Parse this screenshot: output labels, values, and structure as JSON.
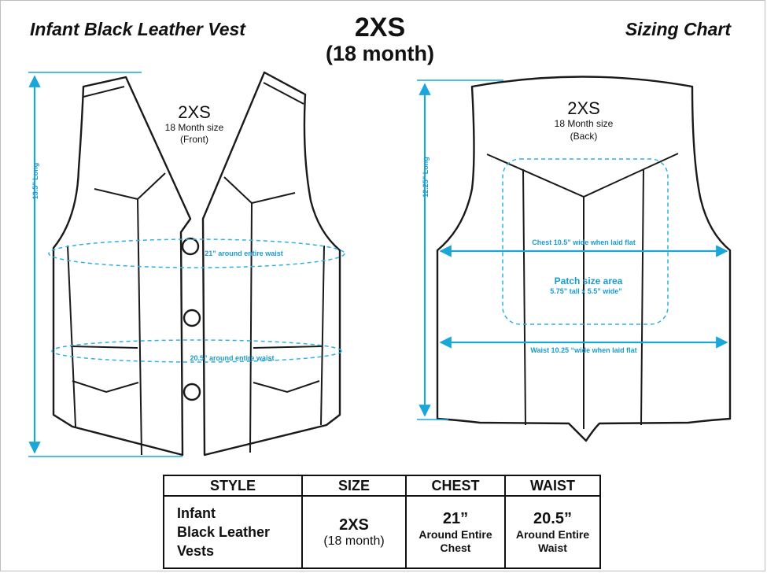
{
  "header": {
    "left_title": "Infant Black Leather Vest",
    "size": "2XS",
    "size_sub": "(18 month)",
    "right_title": "Sizing Chart"
  },
  "front": {
    "size": "2XS",
    "size_label": "18 Month size",
    "side": "(Front)",
    "length_label": "13.5” Long",
    "chest_label": "21” around entire waist",
    "waist_label": "20.5” around entire waist"
  },
  "back": {
    "size": "2XS",
    "size_label": "18 Month size",
    "side": "(Back)",
    "length_label": "12.25” Long",
    "chest_label": "Chest 10.5” wide when laid flat",
    "patch_title": "Patch size area",
    "patch_dims": "5.75” tall x  5.5” wide”",
    "waist_label": "Waist 10.25 “wide when laid flat"
  },
  "table": {
    "headers": [
      "STYLE",
      "SIZE",
      "CHEST",
      "WAIST"
    ],
    "style_lines": [
      "Infant",
      "Black Leather",
      "Vests"
    ],
    "size_main": "2XS",
    "size_sub": "(18 month)",
    "chest_main": "21”",
    "chest_sub": [
      "Around Entire",
      "Chest"
    ],
    "waist_main": "20.5”",
    "waist_sub": [
      "Around Entire",
      "Waist"
    ]
  },
  "colors": {
    "accent": "#1aa6d9",
    "outline": "#1a1a1a"
  }
}
